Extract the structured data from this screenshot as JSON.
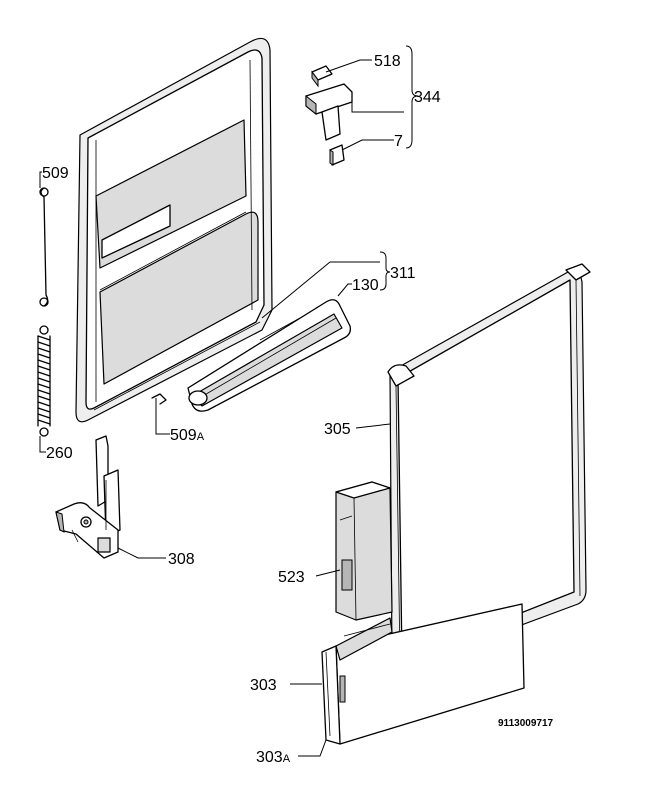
{
  "labels": {
    "p518": "518",
    "p344": "344",
    "p7": "7",
    "p509": "509",
    "p260": "260",
    "p311": "311",
    "p130": "130",
    "p509a_num": "509",
    "p509a_suffix": "A",
    "p305": "305",
    "p308": "308",
    "p523": "523",
    "p303": "303",
    "p303a_num": "303",
    "p303a_suffix": "A"
  },
  "drawing_code": "9113009717"
}
